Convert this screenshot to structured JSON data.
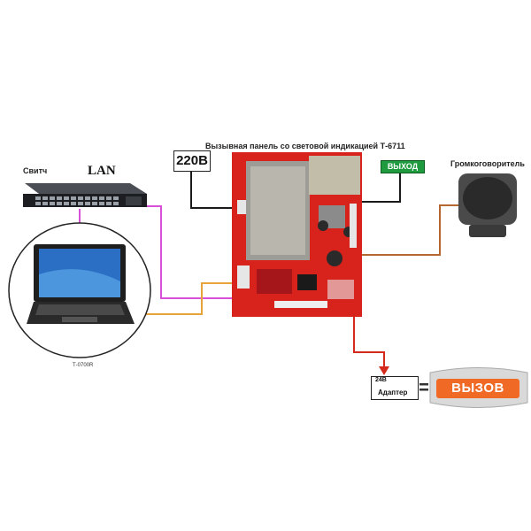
{
  "diagram": {
    "title": "Вызывная  панель со световой индикацией Т-6711",
    "labels": {
      "voltage_220": "220В",
      "exit_sign": "ВЫХОД",
      "switch": "Свитч",
      "lan": "LAN",
      "speaker": "Громкоговоритель",
      "laptop": "Т-0700R",
      "adapter_voltage": "24В",
      "adapter": "Адаптер",
      "call_sign": "ВЫЗОВ"
    },
    "colors": {
      "panel_red": "#d8221c",
      "wire_black": "#1a1a1a",
      "wire_magenta": "#d84fd8",
      "wire_orange": "#e7a23a",
      "wire_brown": "#b5652e",
      "wire_red": "#d42a1c",
      "exit_green": "#1f9a3e",
      "sign_orange": "#f06a26"
    },
    "icons": [
      "switch-icon",
      "laptop-icon",
      "speaker-icon",
      "call-panel-board",
      "adapter-switch-icon",
      "call-light-sign-icon"
    ]
  }
}
